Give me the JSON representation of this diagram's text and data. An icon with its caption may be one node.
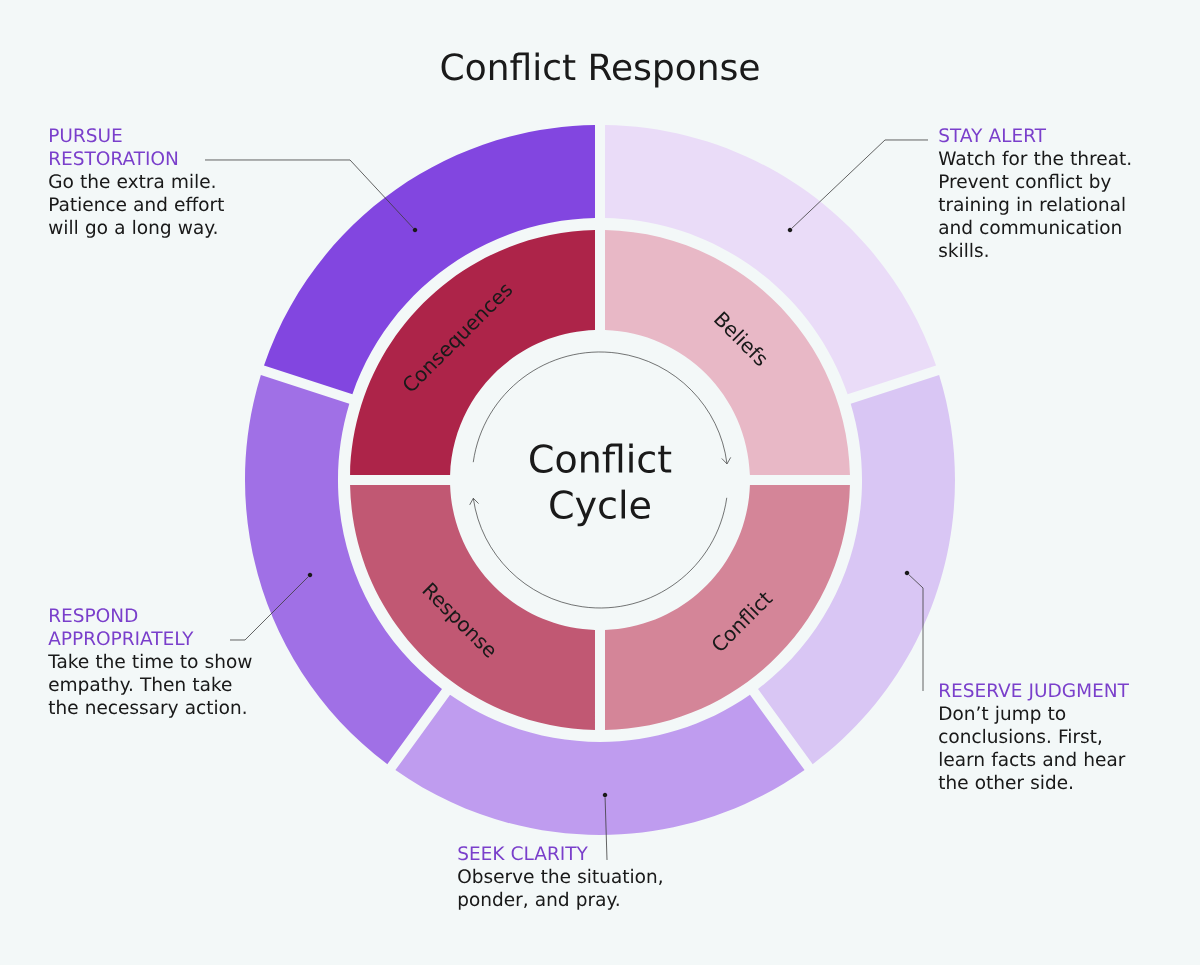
{
  "diagram": {
    "title": "Conflict Response",
    "nodes": [
      {
        "text": [
          "PURSUE RESTORATION",
          "Go the extra mile. Patience and effort will go a long way."
        ]
      },
      {
        "text": [
          "STAY ALERT",
          "Watch for the threat. Prevent conflict by training in relational and communication skills."
        ]
      },
      {
        "text": [
          "RESPOND APPROPRIATELY",
          "Take the time to show empathy. Then take the necessary action."
        ]
      },
      {
        "text": [
          "RESERVE JUDGMENT",
          "Don’t jump to conclusions. First, learn facts and hear the other side."
        ]
      },
      {
        "text": [
          "SEEK CLARITY",
          "Observe the situation, ponder, and pray."
        ]
      },
      {
        "text": [],
        "shape": "segment"
      },
      {
        "text": [],
        "shape": "segment"
      },
      {
        "text": [],
        "shape": "segment"
      },
      {
        "text": [],
        "shape": "segment"
      },
      {
        "text": [],
        "shape": "segment"
      },
      {
        "text": [
          "Consequences"
        ]
      },
      {
        "text": [
          "Beliefs"
        ]
      },
      {
        "text": [
          "Conflict"
        ]
      },
      {
        "text": [
          "Response"
        ]
      },
      {
        "text": [
          "Conflict Cycle"
        ]
      }
    ],
    "edges": [
      {
        "from": 0,
        "to": 5,
        "arrow": "none"
      },
      {
        "from": 1,
        "to": 6,
        "arrow": "none"
      },
      {
        "from": 2,
        "to": 7,
        "arrow": "none"
      },
      {
        "from": 3,
        "to": 8,
        "arrow": "none"
      },
      {
        "from": 4,
        "to": 9,
        "arrow": "none"
      }
    ]
  }
}
